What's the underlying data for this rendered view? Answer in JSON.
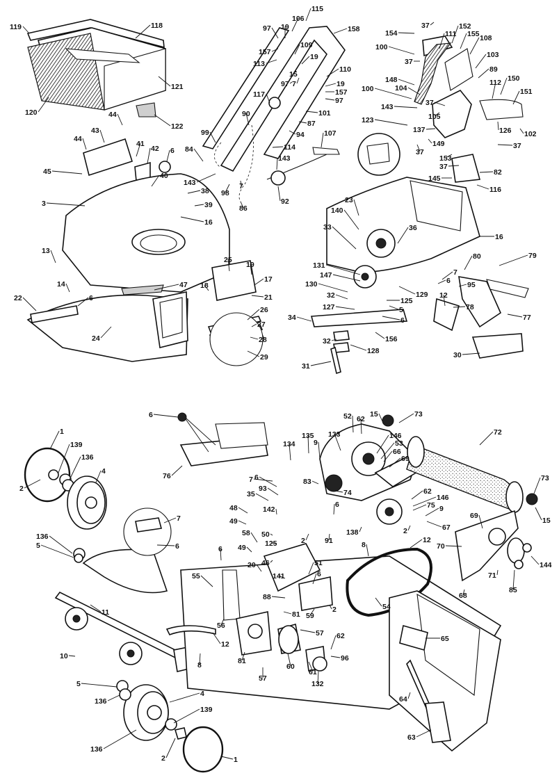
{
  "labels": {
    "t1": "119",
    "t2": "118",
    "t3": "121",
    "t4": "120",
    "t5": "122",
    "t6": "44",
    "t7": "44",
    "t8": "43",
    "t9": "41",
    "t10": "42",
    "t11": "6",
    "t12": "45",
    "t13": "40",
    "t14": "38",
    "t15": "39",
    "t16": "3",
    "t17": "16",
    "t18": "13",
    "t19": "14",
    "t20": "6",
    "t21": "22",
    "t22": "24",
    "t23": "47",
    "t24": "25",
    "t25": "19",
    "t26": "17",
    "t27": "18",
    "t28": "21",
    "t29": "26",
    "t30": "27",
    "t31": "28",
    "t32": "29",
    "t33": "115",
    "t34": "97",
    "t35": "19",
    "t36": "106",
    "t37": "157",
    "t38": "113",
    "t39": "109",
    "t40": "158",
    "t41": "19",
    "t42": "15",
    "t43": "97",
    "t44": "7",
    "t45": "110",
    "t46": "19",
    "t47": "157",
    "t48": "97",
    "t49": "117",
    "t50": "101",
    "t51": "90",
    "t52": "87",
    "t53": "94",
    "t54": "99",
    "t55": "84",
    "t56": "114",
    "t57": "107",
    "t58": "143",
    "t59": "143",
    "t60": "98",
    "t61": "7",
    "t62": "86",
    "t63": "92",
    "t64": "37",
    "t65": "154",
    "t66": "152",
    "t67": "111",
    "t68": "155",
    "t69": "100",
    "t70": "108",
    "t71": "37",
    "t72": "103",
    "t73": "89",
    "t74": "148",
    "t75": "104",
    "t76": "100",
    "t77": "112",
    "t78": "150",
    "t79": "143",
    "t80": "151",
    "t81": "37",
    "t82": "105",
    "t83": "123",
    "t84": "137",
    "t85": "126",
    "t86": "102",
    "t87": "149",
    "t88": "37",
    "t89": "37",
    "t90": "153",
    "t91": "37",
    "t92": "82",
    "t93": "145",
    "t94": "116",
    "t95": "23",
    "t96": "140",
    "t97": "36",
    "t98": "33",
    "t99": "16",
    "t100": "131",
    "t101": "147",
    "t102": "130",
    "t103": "32",
    "t104": "127",
    "t105": "125",
    "t106": "5",
    "t107": "6",
    "t108": "129",
    "t109": "7",
    "t110": "80",
    "t111": "79",
    "t112": "6",
    "t113": "95",
    "t114": "12",
    "t115": "78",
    "t116": "77",
    "t117": "34",
    "t118": "156",
    "t119": "32",
    "t120": "128",
    "t121": "31",
    "t122": "30",
    "b1": "6",
    "b2": "76",
    "b3": "1",
    "b4": "139",
    "b5": "136",
    "b6": "2",
    "b7": "4",
    "b8": "7",
    "b9": "6",
    "b10": "136",
    "b11": "5",
    "b12": "11",
    "b13": "10",
    "b14": "5",
    "b15": "136",
    "b16": "4",
    "b17": "139",
    "b18": "136",
    "b19": "2",
    "b20": "1",
    "b21": "135",
    "b22": "9",
    "b23": "134",
    "b24": "52",
    "b25": "62",
    "b26": "133",
    "b27": "146",
    "b28": "53",
    "b29": "66",
    "b30": "69",
    "b31": "15",
    "b32": "73",
    "b33": "72",
    "b34": "7",
    "b35": "6",
    "b36": "93",
    "b37": "83",
    "b38": "35",
    "b39": "74",
    "b40": "142",
    "b41": "48",
    "b42": "49",
    "b43": "6",
    "b44": "50",
    "b45": "2",
    "b46": "91",
    "b47": "138",
    "b48": "62",
    "b49": "146",
    "b50": "75",
    "b51": "9",
    "b52": "67",
    "b53": "2",
    "b54": "58",
    "b55": "125",
    "b56": "49",
    "b57": "46",
    "b58": "6",
    "b59": "20",
    "b60": "141",
    "b61": "51",
    "b62": "6",
    "b63": "55",
    "b64": "8",
    "b65": "12",
    "b66": "69",
    "b67": "70",
    "b68": "71",
    "b69": "68",
    "b70": "85",
    "b71": "144",
    "b72": "73",
    "b73": "15",
    "b74": "56",
    "b75": "88",
    "b76": "59",
    "b77": "81",
    "b78": "57",
    "b79": "2",
    "b80": "54",
    "b81": "12",
    "b82": "8",
    "b83": "81",
    "b84": "57",
    "b85": "60",
    "b86": "61",
    "b87": "62",
    "b88": "96",
    "b89": "132",
    "b90": "65",
    "b91": "64",
    "b92": "63"
  }
}
